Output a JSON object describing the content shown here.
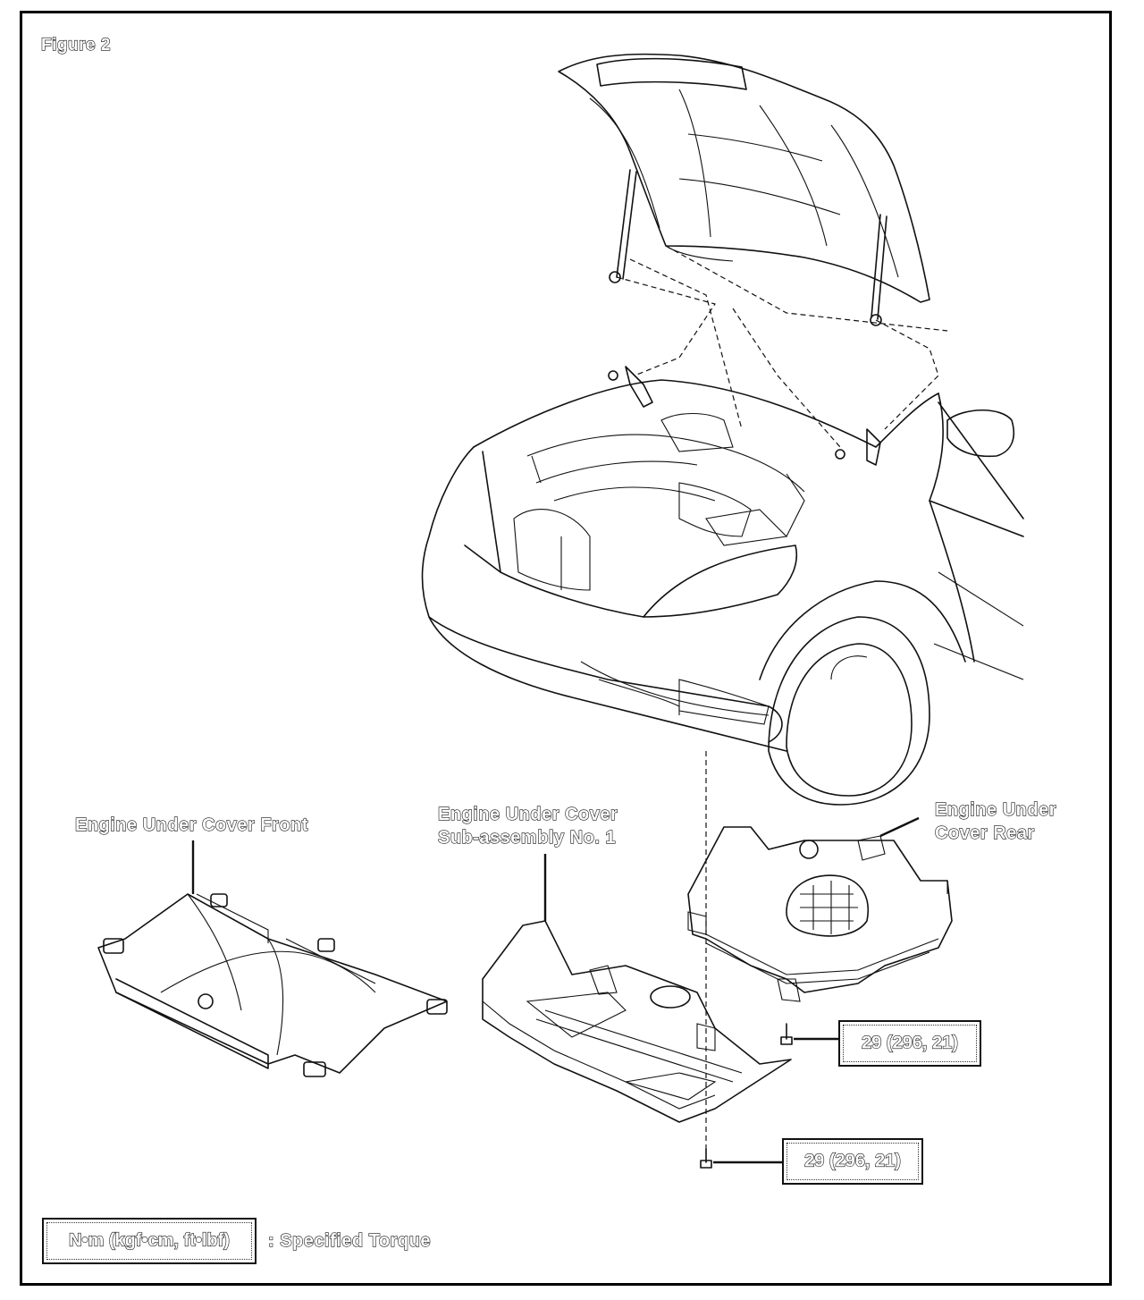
{
  "figure_title": "Figure 2",
  "labels": {
    "front_cover": "Engine Under Cover Front",
    "sub_assembly_line1": "Engine Under Cover",
    "sub_assembly_line2": "Sub-assembly No. 1",
    "rear_cover_line1": "Engine Under",
    "rear_cover_line2": "Cover Rear"
  },
  "torque_callouts": [
    {
      "value": "29 (296, 21)"
    },
    {
      "value": "29 (296, 21)"
    }
  ],
  "legend": {
    "unit_box": "N•m (kgf•cm, ft•lbf)",
    "description": ": Specified Torque"
  }
}
